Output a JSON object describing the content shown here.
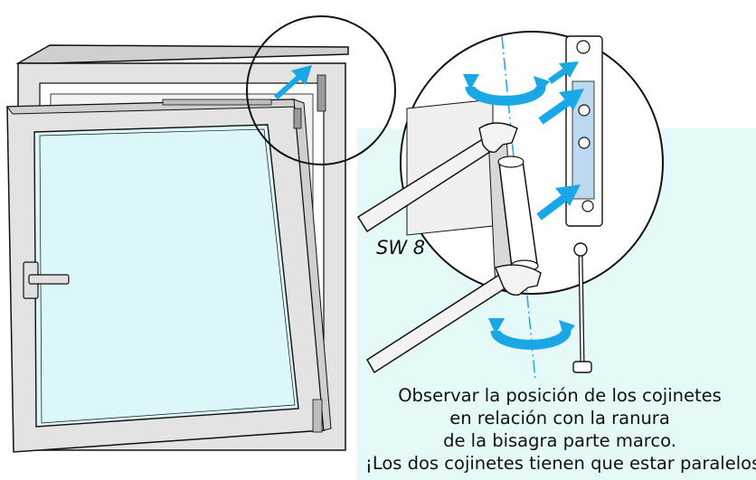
{
  "labels": {
    "wrench_size": "SW 8"
  },
  "caption": {
    "line1": "Observar la posición de los cojinetes",
    "line2": "en relación con la ranura",
    "line3": "de la bisagra parte marco.",
    "line4": "¡Los dos cojinetes tienen que estar paralelos!"
  },
  "colors": {
    "background_tint": "#e6f9f9",
    "glass": "#dcf7f9",
    "frame": "#e3e3e3",
    "arrow_blue": "#1aa7e6",
    "outline": "#111111"
  }
}
